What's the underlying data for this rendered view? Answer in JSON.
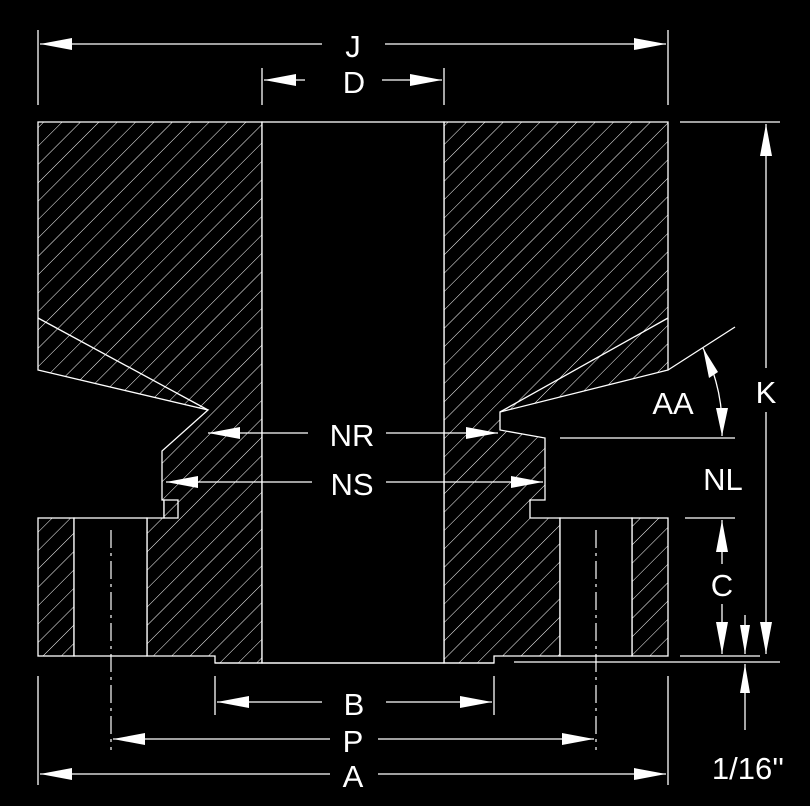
{
  "drawing": {
    "background": "#000000",
    "line_color": "#ffffff",
    "labels": {
      "J": "J",
      "D": "D",
      "K": "K",
      "AA": "AA",
      "NR": "NR",
      "NS": "NS",
      "NL": "NL",
      "C": "C",
      "B": "B",
      "P": "P",
      "A": "A",
      "thickness": "1/16''"
    }
  }
}
